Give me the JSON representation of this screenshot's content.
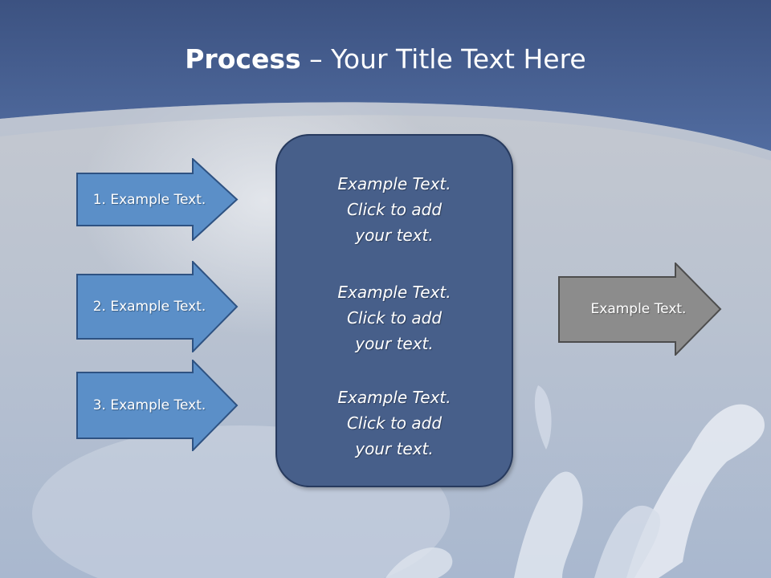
{
  "title": {
    "bold": "Process",
    "rest": " – Your Title Text Here"
  },
  "input_arrows": [
    {
      "label": "1. Example Text."
    },
    {
      "label": "2. Example Text."
    },
    {
      "label": "3. Example Text."
    }
  ],
  "panel": {
    "blocks": [
      {
        "line1": "Example Text.",
        "line2": "Click  to add",
        "line3": "your text."
      },
      {
        "line1": "Example Text.",
        "line2": "Click  to add",
        "line3": "your text."
      },
      {
        "line1": "Example Text.",
        "line2": "Click  to add",
        "line3": "your text."
      }
    ]
  },
  "output_arrow": {
    "label": "Example Text."
  },
  "colors": {
    "header_blue": "#4a6596",
    "input_arrow_fill": "#5b8fc8",
    "input_arrow_border": "#2e5282",
    "panel_fill": "#475f8a",
    "output_arrow_fill": "#8c8c8c",
    "output_arrow_border": "#4d4d4d"
  }
}
